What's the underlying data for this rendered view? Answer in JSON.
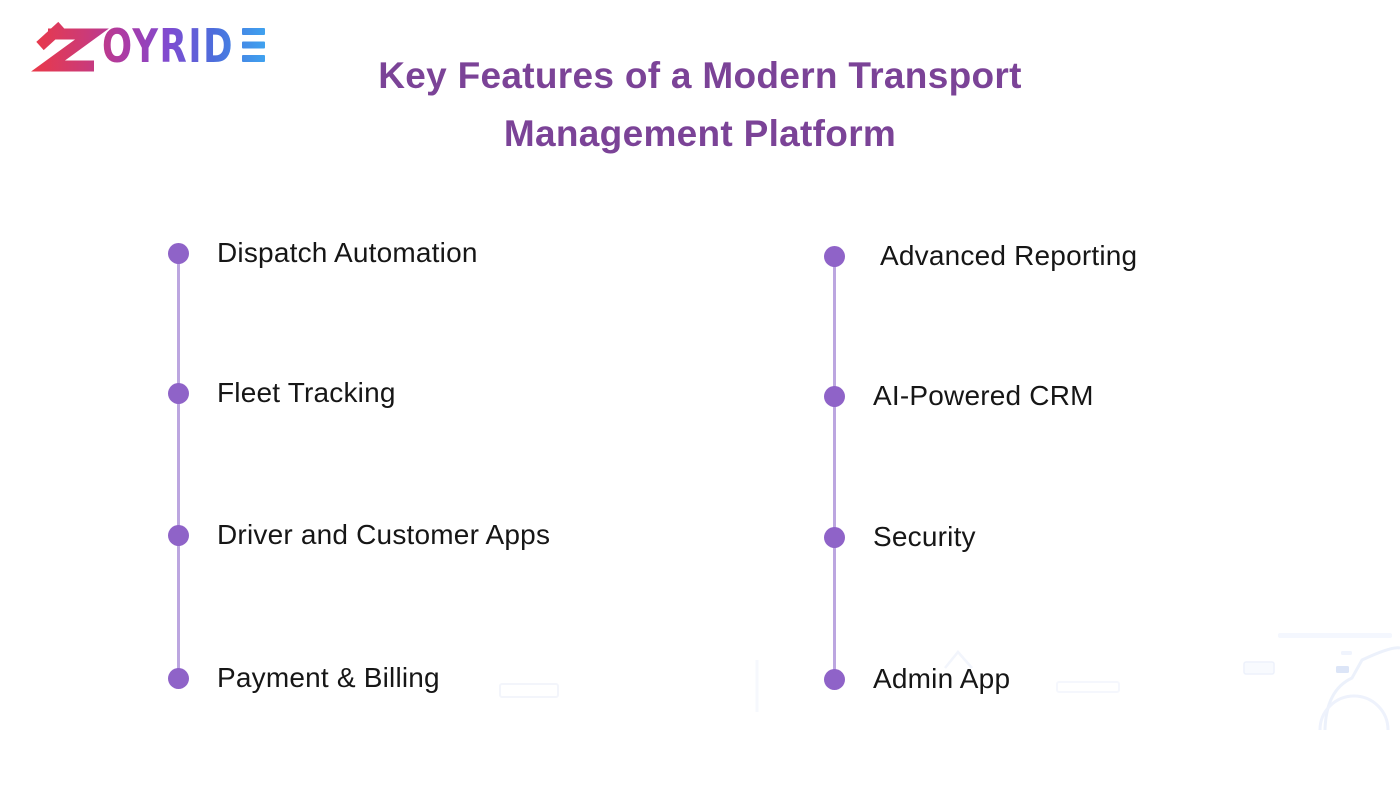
{
  "logo": {
    "brand": "ZOYRIDE",
    "wordmark_rest": "OYRID",
    "gradient": [
      "#E8394B",
      "#CC3A77",
      "#A93BA8",
      "#7F4BD1",
      "#4C6EDC",
      "#3FA2EF"
    ]
  },
  "header": {
    "title_line1": "Key Features of a Modern Transport",
    "title_line2": "Management Platform"
  },
  "features": {
    "left": [
      "Dispatch Automation",
      "Fleet Tracking",
      "Driver and Customer Apps",
      "Payment & Billing"
    ],
    "right": [
      "Advanced Reporting",
      "AI-Powered CRM",
      "Security",
      "Admin App"
    ]
  },
  "colors": {
    "title": "#7B4397",
    "item_text": "#161616",
    "timeline_dot": "#8F63C8",
    "timeline_line": "#BCA6E0"
  }
}
